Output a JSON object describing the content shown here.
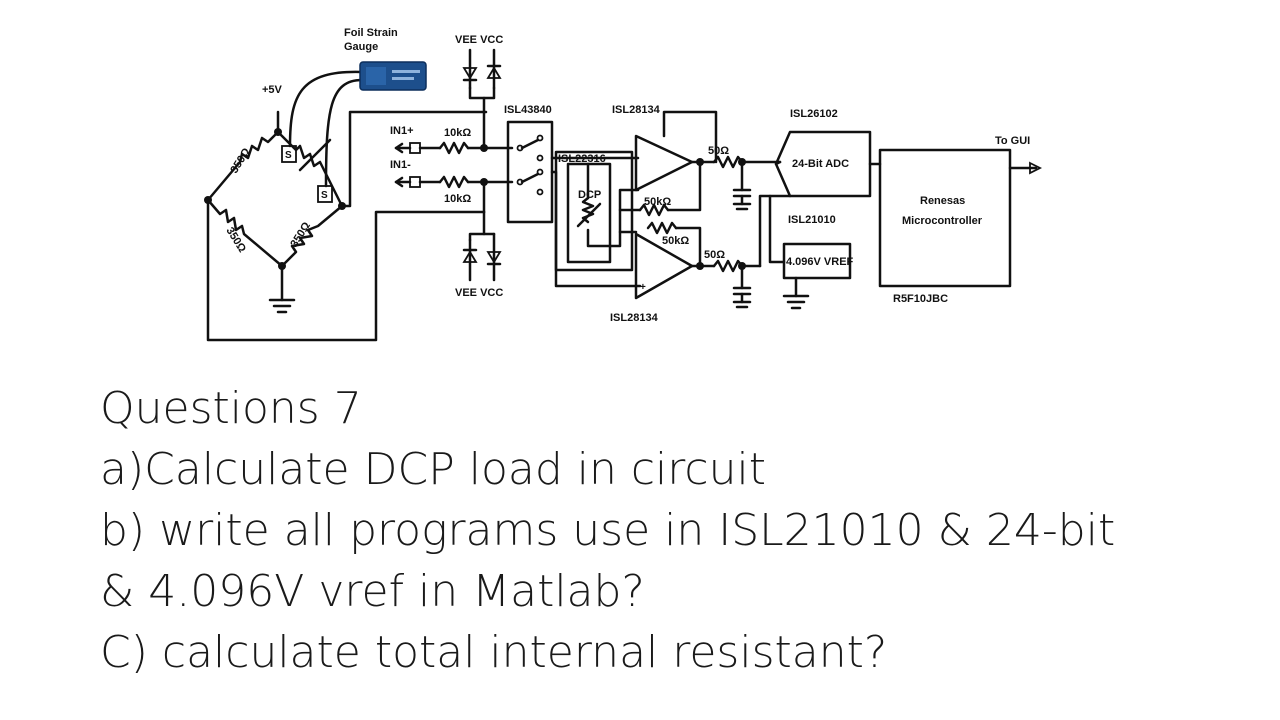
{
  "diagram": {
    "labels": {
      "foil_strain_gauge": [
        "Foil Strain",
        "Gauge"
      ],
      "vee_vcc_top": "VEE  VCC",
      "vee_vcc_bottom": "VEE  VCC",
      "plus5v": "+5V",
      "isl43840": "ISL43840",
      "isl28134_top": "ISL28134",
      "isl28134_bottom": "ISL28134",
      "isl26102": "ISL26102",
      "to_gui": "To GUI",
      "in1_plus": "IN1+",
      "in1_minus": "IN1-",
      "r10k_top": "10kΩ",
      "r10k_bottom": "10kΩ",
      "isl22316": "ISL22316",
      "dcp": "DCP",
      "r50k_top": "50kΩ",
      "r50k_bottom": "50kΩ",
      "r50_top": "50Ω",
      "r50_bottom": "50Ω",
      "adc": "24-Bit ADC",
      "renesas": "Renesas",
      "microcontroller": "Microcontroller",
      "isl21010": "ISL21010",
      "vref": "4.096V VREF",
      "r5f10jbc": "R5F10JBC",
      "r350_1": "350Ω",
      "r350_2": "350Ω",
      "r350_3": "350Ω",
      "s1": "S",
      "s2": "S",
      "plus": "+"
    }
  },
  "questions": [
    "Questions 7",
    "a)Calculate DCP load in circuit",
    "b) write all programs use in ISL21010 & 24-bit",
    "& 4.096V vref in Matlab?",
    "C) calculate total internal resistant?"
  ]
}
